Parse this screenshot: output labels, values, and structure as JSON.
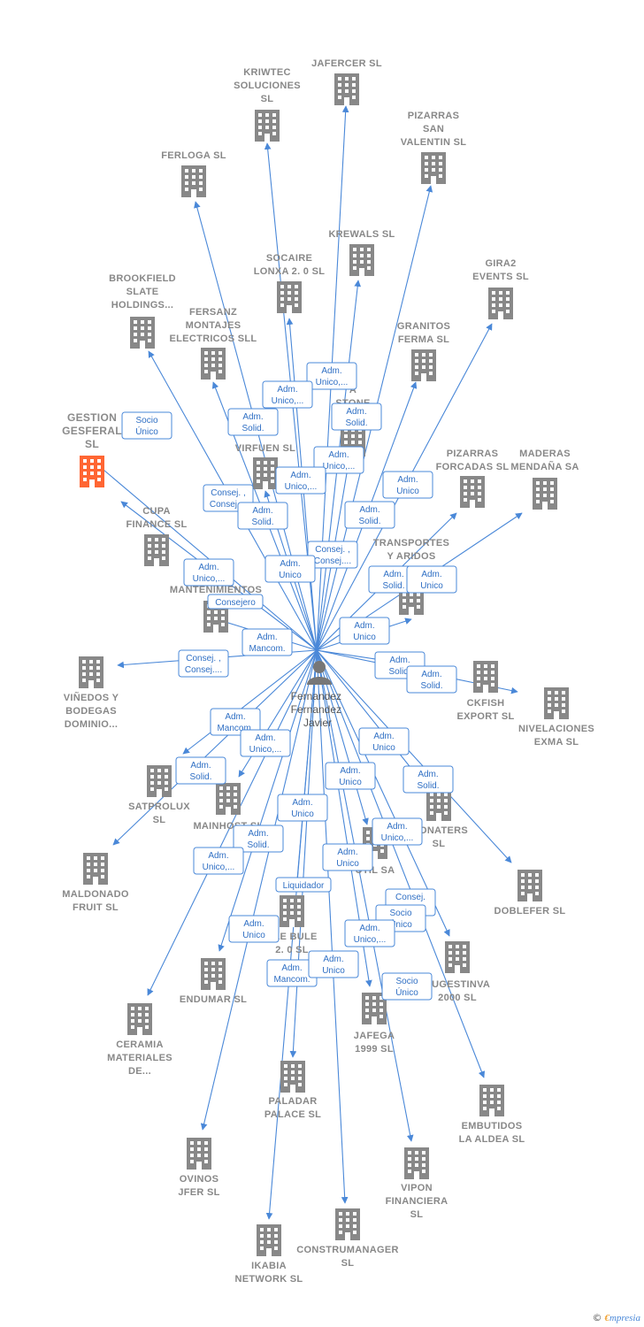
{
  "colors": {
    "edge": "#4a88d8",
    "company": "#888888",
    "highlight": "#ff6633",
    "person": "#777777"
  },
  "center": {
    "name": [
      "Fernandez",
      "Fernandez",
      "Javier"
    ],
    "icon": "person-icon"
  },
  "nodes": [
    {
      "id": "jafercer",
      "lines": [
        "JAFERCER  SL"
      ]
    },
    {
      "id": "kriwtec",
      "lines": [
        "KRIWTEC",
        "SOLUCIONES",
        "SL"
      ]
    },
    {
      "id": "pizarras-sv",
      "lines": [
        "PIZARRAS",
        "SAN",
        "VALENTIN  SL"
      ]
    },
    {
      "id": "ferloga",
      "lines": [
        "FERLOGA SL"
      ]
    },
    {
      "id": "krewals",
      "lines": [
        "KREWALS SL"
      ]
    },
    {
      "id": "socaire",
      "lines": [
        "SOCAIRE",
        "LONXA 2. 0  SL"
      ]
    },
    {
      "id": "gira2",
      "lines": [
        "GIRA2",
        "EVENTS  SL"
      ]
    },
    {
      "id": "brookfield",
      "lines": [
        "BROOKFIELD",
        "SLATE",
        "HOLDINGS..."
      ]
    },
    {
      "id": "fersanz",
      "lines": [
        "FERSANZ",
        "MONTAJES",
        "ELECTRICOS SLL"
      ]
    },
    {
      "id": "granitos",
      "lines": [
        "GRANITOS",
        "FERMA SL"
      ]
    },
    {
      "id": "stone",
      "lines": [
        "A",
        "STONE",
        "IBERIA"
      ]
    },
    {
      "id": "gesferal",
      "lines": [
        "GESTION",
        "GESFERAL",
        "SL"
      ],
      "highlight": true
    },
    {
      "id": "virfuen",
      "lines": [
        "VIRFUEN  SL"
      ]
    },
    {
      "id": "pizarras-f",
      "lines": [
        "PIZARRAS",
        "FORCADAS SL"
      ]
    },
    {
      "id": "maderas",
      "lines": [
        "MADERAS",
        "MENDAÑA SA"
      ]
    },
    {
      "id": "cupa",
      "lines": [
        "CUPA",
        "FINANCE  SL"
      ]
    },
    {
      "id": "transportes",
      "lines": [
        "TRANSPORTES",
        "Y ARIDOS"
      ]
    },
    {
      "id": "mantenimientos",
      "lines": [
        "MANTENIMIENTOS"
      ]
    },
    {
      "id": "vinedos",
      "lines": [
        "VIÑEDOS Y",
        "BODEGAS",
        "DOMINIO..."
      ]
    },
    {
      "id": "ckfish",
      "lines": [
        "CKFISH",
        "EXPORT  SL"
      ]
    },
    {
      "id": "nivelaciones",
      "lines": [
        "NIVELACIONES",
        "EXMA  SL"
      ]
    },
    {
      "id": "satprolux",
      "lines": [
        "SATPROLUX",
        "SL"
      ]
    },
    {
      "id": "mainhost",
      "lines": [
        "MAINHOST SL"
      ]
    },
    {
      "id": "sionaters",
      "lines": [
        "SIONATERS",
        "SL"
      ]
    },
    {
      "id": "maldonado",
      "lines": [
        "MALDONADO",
        "FRUIT  SL"
      ]
    },
    {
      "id": "util",
      "lines": [
        "UTIL SA"
      ]
    },
    {
      "id": "doblefer",
      "lines": [
        "DOBLEFER  SL"
      ]
    },
    {
      "id": "bule",
      "lines": [
        "ULE BULE",
        "2. 0  SL"
      ]
    },
    {
      "id": "rugestinva",
      "lines": [
        "RUGESTINVA",
        "2000  SL"
      ]
    },
    {
      "id": "endumar",
      "lines": [
        "ENDUMAR  SL"
      ]
    },
    {
      "id": "ceramia",
      "lines": [
        "CERAMIA",
        "MATERIALES",
        "DE..."
      ]
    },
    {
      "id": "jafega",
      "lines": [
        "JAFEGA",
        "1999  SL"
      ]
    },
    {
      "id": "paladar",
      "lines": [
        "PALADAR",
        "PALACE  SL"
      ]
    },
    {
      "id": "embutidos",
      "lines": [
        "EMBUTIDOS",
        "LA ALDEA  SL"
      ]
    },
    {
      "id": "ovinos",
      "lines": [
        "OVINOS",
        "JFER SL"
      ]
    },
    {
      "id": "vipon",
      "lines": [
        "VIPON",
        "FINANCIERA",
        "SL"
      ]
    },
    {
      "id": "construmanager",
      "lines": [
        "CONSTRUMANAGER",
        "SL"
      ]
    },
    {
      "id": "ikabia",
      "lines": [
        "IKABIA",
        "NETWORK SL"
      ]
    }
  ],
  "roles": [
    {
      "lines": [
        "Adm.",
        "Unico,..."
      ]
    },
    {
      "lines": [
        "Adm.",
        "Unico,..."
      ]
    },
    {
      "lines": [
        "Adm.",
        "Solid."
      ]
    },
    {
      "lines": [
        "Adm.",
        "Solid."
      ]
    },
    {
      "lines": [
        "Socio",
        "Único"
      ]
    },
    {
      "lines": [
        "Adm.",
        "Unico,..."
      ]
    },
    {
      "lines": [
        "Adm.",
        "Unico,..."
      ]
    },
    {
      "lines": [
        "Consej. ,",
        "Consej...."
      ]
    },
    {
      "lines": [
        "Adm.",
        "Solid."
      ]
    },
    {
      "lines": [
        "Adm.",
        "Unico"
      ]
    },
    {
      "lines": [
        "Adm.",
        "Solid."
      ]
    },
    {
      "lines": [
        "Consej. ,",
        "Consej...."
      ]
    },
    {
      "lines": [
        "Adm.",
        "Unico,..."
      ]
    },
    {
      "lines": [
        "Adm.",
        "Unico"
      ]
    },
    {
      "lines": [
        "Consejero"
      ]
    },
    {
      "lines": [
        "Adm.",
        "Solid."
      ]
    },
    {
      "lines": [
        "Adm.",
        "Unico"
      ]
    },
    {
      "lines": [
        "Adm.",
        "Mancom."
      ]
    },
    {
      "lines": [
        "Adm.",
        "Unico"
      ]
    },
    {
      "lines": [
        "Consej. ,",
        "Consej...."
      ]
    },
    {
      "lines": [
        "Adm.",
        "Solid."
      ]
    },
    {
      "lines": [
        "Adm.",
        "Solid."
      ]
    },
    {
      "lines": [
        "Adm.",
        "Mancom."
      ]
    },
    {
      "lines": [
        "Adm.",
        "Unico,..."
      ]
    },
    {
      "lines": [
        "Adm.",
        "Unico"
      ]
    },
    {
      "lines": [
        "Adm.",
        "Solid."
      ]
    },
    {
      "lines": [
        "Adm.",
        "Unico"
      ]
    },
    {
      "lines": [
        "Adm.",
        "Solid."
      ]
    },
    {
      "lines": [
        "Adm.",
        "Unico"
      ]
    },
    {
      "lines": [
        "Adm.",
        "Solid."
      ]
    },
    {
      "lines": [
        "Adm.",
        "Unico,..."
      ]
    },
    {
      "lines": [
        "Adm.",
        "Unico"
      ]
    },
    {
      "lines": [
        "Adm.",
        "Unico,..."
      ]
    },
    {
      "lines": [
        "Liquidador"
      ]
    },
    {
      "lines": [
        "Consej.",
        "Consej."
      ]
    },
    {
      "lines": [
        "Socio",
        "Único"
      ]
    },
    {
      "lines": [
        "Adm.",
        "Unico"
      ]
    },
    {
      "lines": [
        "Adm.",
        "Unico,..."
      ]
    },
    {
      "lines": [
        "Adm.",
        "Mancom."
      ]
    },
    {
      "lines": [
        "Adm.",
        "Unico"
      ]
    },
    {
      "lines": [
        "Socio",
        "Único"
      ]
    }
  ],
  "footer": {
    "copyright": "©",
    "brand_e": "€",
    "brand_rest": "mpresia"
  }
}
